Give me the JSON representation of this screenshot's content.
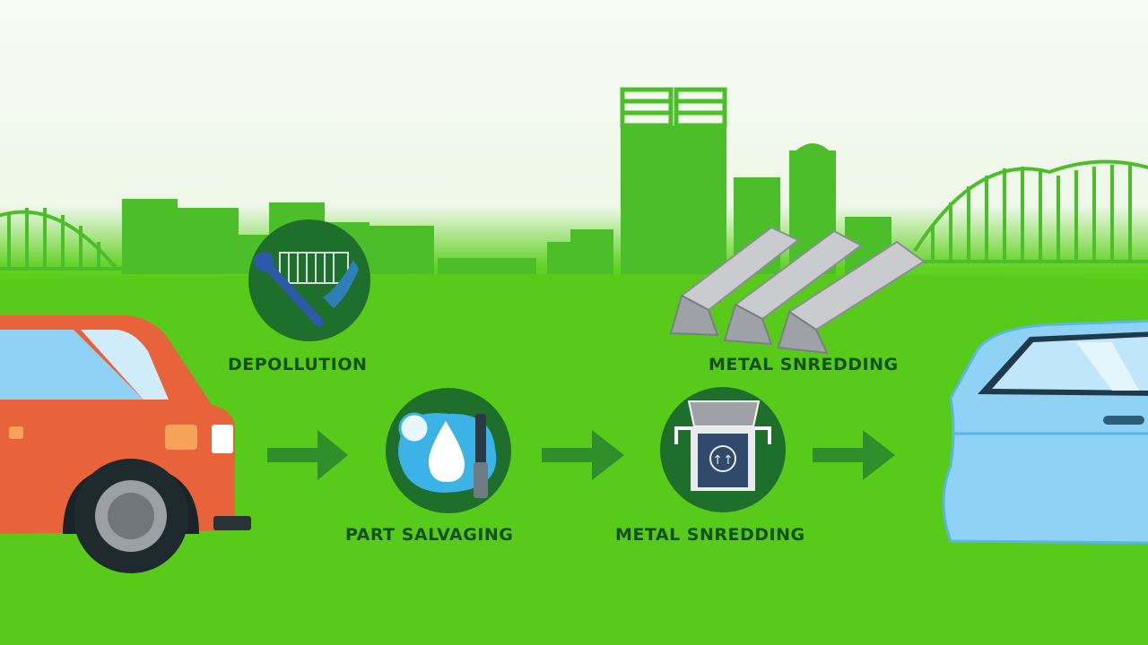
{
  "steps": [
    {
      "label": "DEPOLLUTION",
      "icon": "wrench-and-hand-icon"
    },
    {
      "label": "PART SALVAGING",
      "icon": "water-drop-icon"
    },
    {
      "label": "METAL SNREDDING",
      "icon": "shredder-machine-icon"
    }
  ],
  "top_label": "METAL SNREDDING",
  "colors": {
    "grass": "#5cce1c",
    "skyline": "#4cbe2a",
    "label_text": "#155217",
    "arrow": "#2f8f2a",
    "icon_circle": "#1e6f2c",
    "old_car": "#e8623a",
    "new_car": "#8fd2f5",
    "steel": "#a9abb0"
  }
}
